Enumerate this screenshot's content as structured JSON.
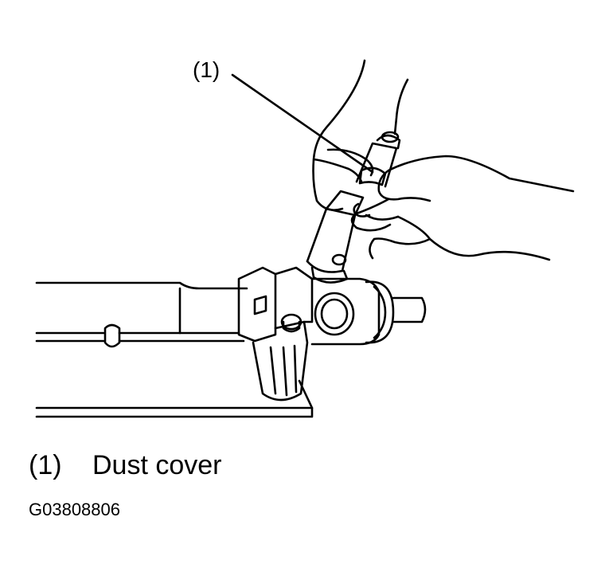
{
  "callout": {
    "number": "(1)"
  },
  "legend": {
    "items": [
      {
        "number": "(1)",
        "label": "Dust cover"
      }
    ]
  },
  "figure_code": "G03808806",
  "colors": {
    "line": "#000000",
    "background": "#ffffff"
  }
}
